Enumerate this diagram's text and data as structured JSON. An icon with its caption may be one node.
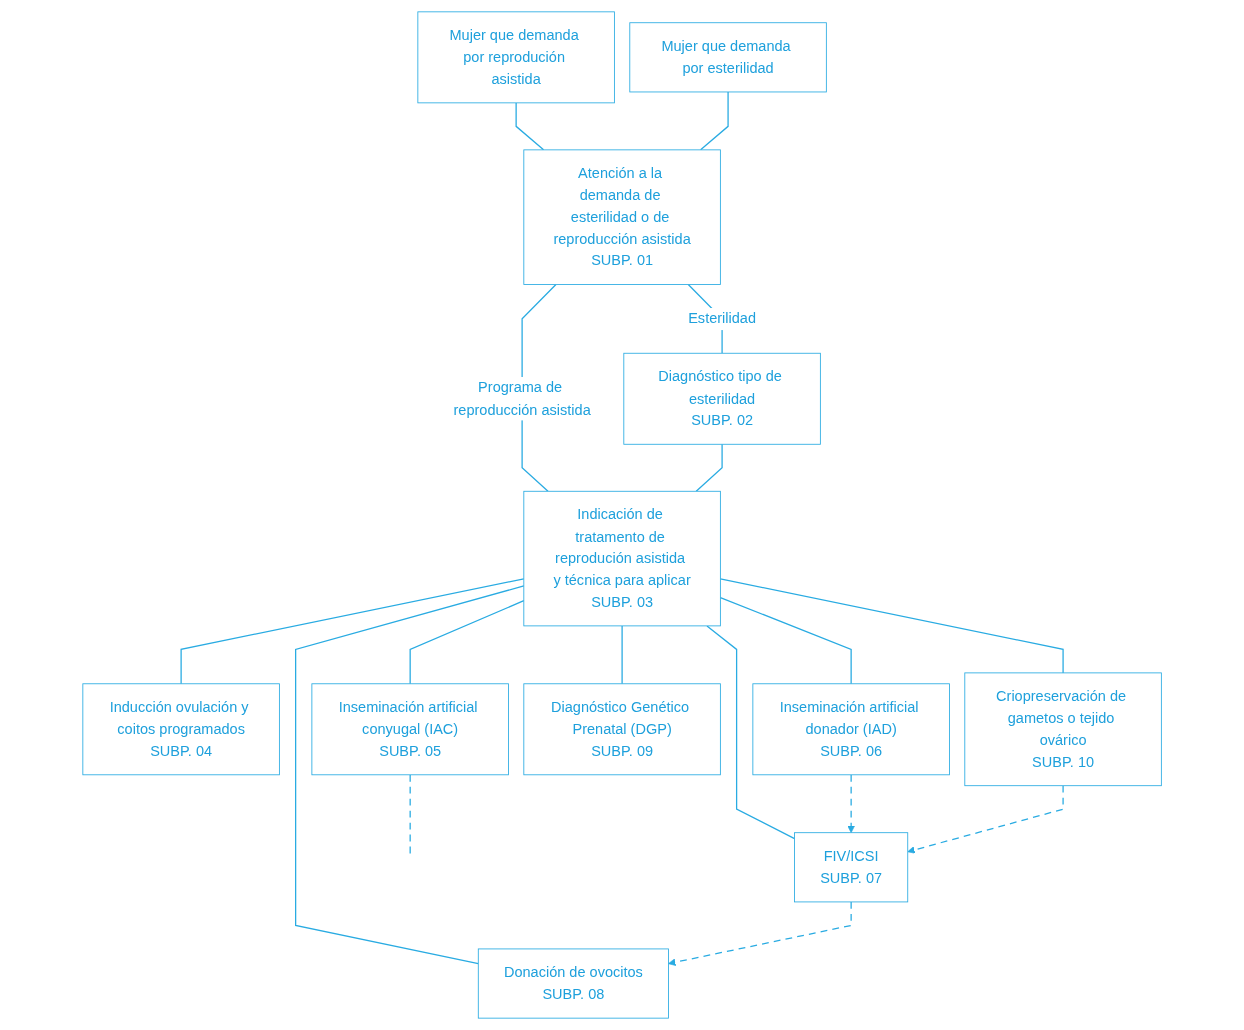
{
  "diagram": {
    "nodes": [
      {
        "text": [
          "Mujer que demanda por reprodución asistida"
        ]
      },
      {
        "text": [
          "Mujer que demanda por esterilidad"
        ]
      },
      {
        "text": [
          "Atención a la demanda de esterilidad o de reproducción asistida",
          "SUBP. 01"
        ]
      },
      {
        "text": [
          "Diagnóstico tipo de esterilidad",
          "SUBP. 02"
        ]
      },
      {
        "text": [
          "Indicación de tratamento de reprodución asistida y técnica para aplicar",
          "SUBP. 03"
        ]
      },
      {
        "text": [
          "Inducción ovulación y coitos programados",
          "SUBP. 04"
        ]
      },
      {
        "text": [
          "Inseminación artificial conyugal (IAC)",
          "SUBP. 05"
        ]
      },
      {
        "text": [
          "Inseminación artificial donador (IAD)",
          "SUBP. 06"
        ]
      },
      {
        "text": [
          "FIV/ICSI",
          "SUBP. 07"
        ]
      },
      {
        "text": [
          "Donación de ovocitos",
          "SUBP. 08"
        ]
      },
      {
        "text": [
          "Diagnóstico Genético Prenatal (DGP)",
          "SUBP. 09"
        ]
      },
      {
        "text": [
          "Criopreservación de gametos o tejido ovárico",
          "SUBP. 10"
        ]
      }
    ],
    "edges": [
      {
        "from": 0,
        "to": 2,
        "arrow": "none"
      },
      {
        "from": 1,
        "to": 2,
        "arrow": "none"
      },
      {
        "from": 2,
        "to": 3,
        "arrow": "none",
        "label": "Esterilidad"
      },
      {
        "from": 2,
        "to": 4,
        "arrow": "none",
        "label": "Programa de reproducción asistida"
      },
      {
        "from": 3,
        "to": 4,
        "arrow": "none"
      },
      {
        "from": 4,
        "to": 5,
        "arrow": "none"
      },
      {
        "from": 4,
        "to": 6,
        "arrow": "none"
      },
      {
        "from": 4,
        "to": 7,
        "arrow": "none"
      },
      {
        "from": 4,
        "to": 8,
        "arrow": "none"
      },
      {
        "from": 4,
        "to": 9,
        "arrow": "none"
      },
      {
        "from": 4,
        "to": 10,
        "arrow": "none"
      },
      {
        "from": 4,
        "to": 11,
        "arrow": "none"
      },
      {
        "from": 6,
        "to": null,
        "arrow": "none",
        "style": "dashed"
      },
      {
        "from": 7,
        "to": 8,
        "arrow": "to",
        "style": "dashed"
      },
      {
        "from": 11,
        "to": 8,
        "arrow": "to",
        "style": "dashed"
      },
      {
        "from": 8,
        "to": 9,
        "arrow": "to",
        "style": "dashed"
      }
    ]
  }
}
